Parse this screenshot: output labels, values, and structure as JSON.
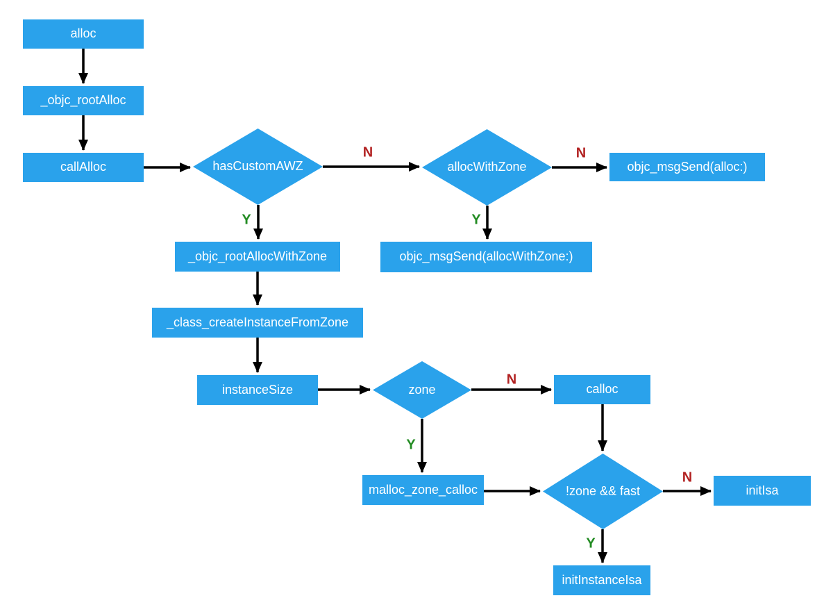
{
  "nodes": {
    "alloc": "alloc",
    "objc_rootAlloc": "_objc_rootAlloc",
    "callAlloc": "callAlloc",
    "hasCustomAWZ": "hasCustomAWZ",
    "allocWithZone": "allocWithZone",
    "objc_msgSend_alloc": "objc_msgSend(alloc:)",
    "objc_rootAllocWithZone": "_objc_rootAllocWithZone",
    "objc_msgSend_allocWithZone": "objc_msgSend(allocWithZone:)",
    "class_createInstanceFromZone": "_class_createInstanceFromZone",
    "instanceSize": "instanceSize",
    "zone": "zone",
    "calloc": "calloc",
    "malloc_zone_calloc": "malloc_zone_calloc",
    "not_zone_and_fast": "!zone && fast",
    "initIsa": "initIsa",
    "initInstanceIsa": "initInstanceIsa"
  },
  "edge_labels": {
    "yes": "Y",
    "no": "N"
  },
  "colors": {
    "node_fill": "#2AA2EB",
    "node_text": "#FFFFFF",
    "yes_label": "#228B22",
    "no_label": "#B22222",
    "arrow": "#000000",
    "background": "#FFFFFF"
  }
}
